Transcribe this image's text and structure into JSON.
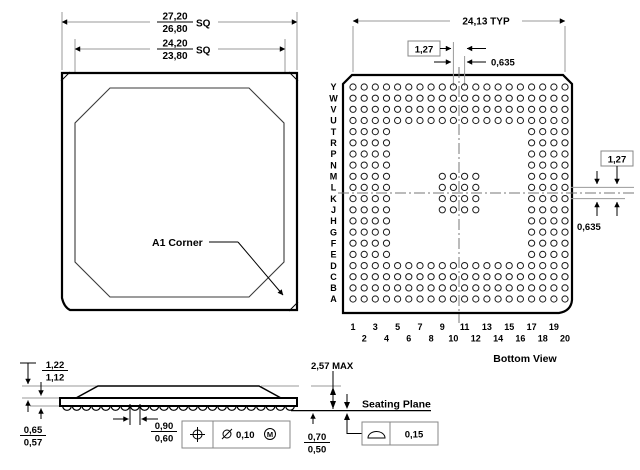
{
  "drawing_title": "BGA package mechanical drawing",
  "colors": {
    "ink": "#000000",
    "dimension_lines": "#9a9a9a",
    "background": "#ffffff"
  },
  "top_view": {
    "outer_dim": {
      "upper": "27,20",
      "lower": "26,80",
      "suffix": "SQ"
    },
    "lid_dim": {
      "upper": "24,20",
      "lower": "23,80",
      "suffix": "SQ"
    },
    "a1_corner_label": "A1 Corner"
  },
  "bottom_view": {
    "title": "Bottom View",
    "span_dim": "24,13 TYP",
    "pitch_dim_boxed": "1,27",
    "half_pitch_dim": "0,635",
    "row_pitch_dim_boxed": "1,27",
    "row_half_pitch_dim": "0,635",
    "row_labels": [
      "Y",
      "W",
      "V",
      "U",
      "T",
      "R",
      "P",
      "N",
      "M",
      "L",
      "K",
      "J",
      "H",
      "G",
      "F",
      "E",
      "D",
      "C",
      "B",
      "A"
    ],
    "col_labels": [
      "1",
      "2",
      "3",
      "4",
      "5",
      "6",
      "7",
      "8",
      "9",
      "10",
      "11",
      "12",
      "13",
      "14",
      "15",
      "16",
      "17",
      "18",
      "19",
      "20"
    ],
    "grid": {
      "rows": 20,
      "cols": 20,
      "full_rows": [
        0,
        1,
        2,
        3,
        16,
        17,
        18,
        19
      ],
      "edge_col_count": 4,
      "center_rows": [
        8,
        9,
        10,
        11
      ],
      "center_cols": [
        8,
        9,
        10,
        11
      ]
    }
  },
  "side_view": {
    "lid_height_dim": {
      "upper": "1,22",
      "lower": "1,12"
    },
    "ball_height_dim": {
      "upper": "0,65",
      "lower": "0,57"
    },
    "ball_dia_dim": {
      "upper": "0,90",
      "lower": "0,60"
    },
    "position_tolerance": {
      "symbol": "true-position",
      "diameter_value": "0,10",
      "modifier": "M"
    },
    "max_height_dim": "2,57 MAX",
    "seating_plane_label": "Seating Plane",
    "standoff_dim": {
      "upper": "0,70",
      "lower": "0,50"
    },
    "flatness_tolerance": {
      "symbol": "seating-plane",
      "value": "0,15"
    }
  }
}
